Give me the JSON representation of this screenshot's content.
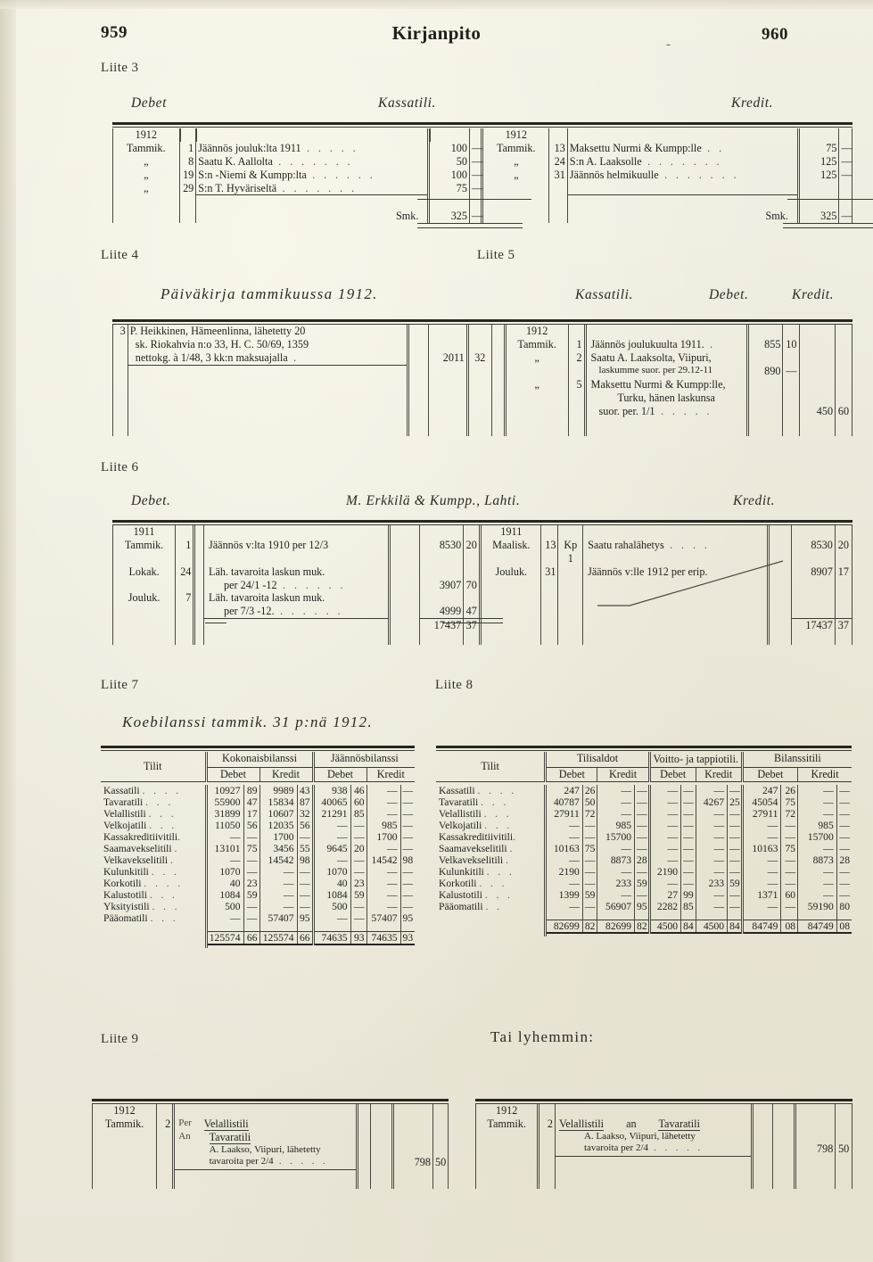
{
  "header": {
    "page_left": "959",
    "page_right": "960",
    "title": "Kirjanpito",
    "marker": "-"
  },
  "liite3": {
    "label": "Liite 3",
    "debet_caption": "Debet",
    "account_caption": "Kassatili.",
    "kredit_caption": "Kredit.",
    "left": {
      "year": "1912",
      "month": "Tammik.",
      "ditto": "„",
      "rows": [
        {
          "day": "1",
          "text": "Jäännös jouluk:lta 1911",
          "amount": "100",
          "pennies": "—"
        },
        {
          "day": "8",
          "text": "Saatu K. Aallolta",
          "amount": "50",
          "pennies": "—"
        },
        {
          "day": "19",
          "text": "S:n -Niemi & Kumpp:lta",
          "amount": "100",
          "pennies": "—"
        },
        {
          "day": "29",
          "text": "S:n T. Hyväriseltä",
          "amount": "75",
          "pennies": "—"
        }
      ],
      "total_label": "Smk.",
      "total": "325",
      "total_pennies": "—"
    },
    "right": {
      "year": "1912",
      "month": "Tammik.",
      "ditto": "„",
      "rows": [
        {
          "day": "13",
          "text": "Maksettu Nurmi & Kumpp:lle",
          "amount": "75",
          "pennies": "—"
        },
        {
          "day": "24",
          "text": "S:n A. Laaksolle",
          "amount": "125",
          "pennies": "—"
        },
        {
          "day": "31",
          "text": "Jäännös helmikuulle",
          "amount": "125",
          "pennies": "—"
        }
      ],
      "total_label": "Smk.",
      "total": "325",
      "total_pennies": "—"
    }
  },
  "liite4": {
    "label": "Liite 4",
    "caption": "Päiväkirja tammikuussa 1912.",
    "entry": {
      "day": "3",
      "line1": "P. Heikkinen, Hämeenlinna, lähetetty 20",
      "line2": "sk. Riokahvia n:o 33, H. C. 50/69, 1359",
      "line3": "nettokg. à 1/48, 3 kk:n maksuajalla",
      "amount": "2011",
      "pennies": "32"
    }
  },
  "liite5": {
    "label": "Liite 5",
    "account_caption": "Kassatili.",
    "debet_caption": "Debet.",
    "kredit_caption": "Kredit.",
    "year": "1912",
    "month": "Tammik.",
    "ditto": "„",
    "rows": [
      {
        "day": "1",
        "lines": [
          "Jäännös joulukuulta 1911."
        ],
        "debet": "855",
        "debet_p": "10",
        "kredit": "",
        "kredit_p": ""
      },
      {
        "day": "2",
        "lines": [
          "Saatu A. Laaksolta, Viipuri,",
          "laskumme suor. per 29.12-11"
        ],
        "debet": "890",
        "debet_p": "—",
        "kredit": "",
        "kredit_p": ""
      },
      {
        "day": "5",
        "lines": [
          "Maksettu Nurmi & Kumpp:lle,",
          "Turku, hänen laskunsa",
          "suor. per. 1/1"
        ],
        "debet": "",
        "debet_p": "",
        "kredit": "450",
        "kredit_p": "60"
      }
    ]
  },
  "liite6": {
    "label": "Liite 6",
    "debet_caption": "Debet.",
    "account_caption": "M. Erkkilä & Kumpp., Lahti.",
    "kredit_caption": "Kredit.",
    "left": {
      "year": "1911",
      "dates": [
        "Tammik.",
        "Lokak.",
        "",
        "Jouluk."
      ],
      "days": [
        "1",
        "24",
        "",
        "7"
      ],
      "rows": [
        {
          "lines": [
            "Jäännös v:lta 1910 per    12/3"
          ],
          "amount": "8530",
          "pennies": "20"
        },
        {
          "lines": [
            "Läh. tavaroita laskun muk.",
            "per 24/1 -12"
          ],
          "amount": "3907",
          "pennies": "70"
        },
        {
          "lines": [
            "Läh. tavaroita laskun muk.",
            "per 7/3 -12."
          ],
          "amount": "4999",
          "pennies": "47"
        }
      ],
      "total": "17437",
      "total_pennies": "37"
    },
    "right": {
      "year": "1911",
      "dates": [
        "Maalisk.",
        "Jouluk."
      ],
      "days": [
        "13",
        "31"
      ],
      "voucher": "Kp 1",
      "rows": [
        {
          "text": "Saatu rahalähetys",
          "amount": "8530",
          "pennies": "20"
        },
        {
          "text": "Jäännös v:lle 1912 per erip.",
          "amount": "8907",
          "pennies": "17"
        }
      ],
      "total": "17437",
      "total_pennies": "37"
    }
  },
  "liite7": {
    "label": "Liite 7",
    "caption": "Koebilanssi tammik. 31 p:nä 1912.",
    "table": {
      "col_account": "Tilit",
      "groups": [
        "Kokonaisbilanssi",
        "Jäännösbilanssi"
      ],
      "subcols": [
        "Debet",
        "Kredit",
        "Debet",
        "Kredit"
      ],
      "rows": [
        {
          "name": "Kassatili",
          "dots": ".  .  .  .",
          "c": [
            "10927",
            "89",
            "9989",
            "43",
            "938",
            "46",
            "—",
            "—"
          ]
        },
        {
          "name": "Tavaratili",
          "dots": ".  .  .",
          "c": [
            "55900",
            "47",
            "15834",
            "87",
            "40065",
            "60",
            "—",
            "—"
          ]
        },
        {
          "name": "Velallistili",
          "dots": ".  .  .",
          "c": [
            "31899",
            "17",
            "10607",
            "32",
            "21291",
            "85",
            "—",
            "—"
          ]
        },
        {
          "name": "Velkojatili",
          "dots": ".  .  .",
          "c": [
            "11050",
            "56",
            "12035",
            "56",
            "—",
            "—",
            "985",
            "—"
          ]
        },
        {
          "name": "Kassakreditiivitili",
          "dots": ".",
          "c": [
            "—",
            "—",
            "1700",
            "—",
            "—",
            "—",
            "1700",
            "—"
          ]
        },
        {
          "name": "Saamavekselitili",
          "dots": ".",
          "c": [
            "13101",
            "75",
            "3456",
            "55",
            "9645",
            "20",
            "—",
            "—"
          ]
        },
        {
          "name": "Velkavekselitili",
          "dots": ".",
          "c": [
            "—",
            "—",
            "14542",
            "98",
            "—",
            "—",
            "14542",
            "98"
          ]
        },
        {
          "name": "Kulunkitili",
          "dots": ".  .  .",
          "c": [
            "1070",
            "—",
            "—",
            "—",
            "1070",
            "—",
            "—",
            "—"
          ]
        },
        {
          "name": "Korkotili",
          "dots": ".  .  .  .",
          "c": [
            "40",
            "23",
            "—",
            "—",
            "40",
            "23",
            "—",
            "—"
          ]
        },
        {
          "name": "Kalustotili",
          "dots": ".  .  .",
          "c": [
            "1084",
            "59",
            "—",
            "—",
            "1084",
            "59",
            "—",
            "—"
          ]
        },
        {
          "name": "Yksityistili",
          "dots": ".  .  .",
          "c": [
            "500",
            "—",
            "—",
            "—",
            "500",
            "—",
            "—",
            "—"
          ]
        },
        {
          "name": "Pääomatili",
          "dots": ".  .  .",
          "c": [
            "—",
            "—",
            "57407",
            "95",
            "—",
            "—",
            "57407",
            "95"
          ]
        }
      ],
      "totals": [
        "125574",
        "66",
        "125574",
        "66",
        "74635",
        "93",
        "74635",
        "93"
      ]
    }
  },
  "liite8": {
    "label": "Liite 8",
    "table": {
      "col_account": "Tilit",
      "groups": [
        "Tilisaldot",
        "Voitto- ja tappiotili.",
        "Bilanssitili"
      ],
      "subcols": [
        "Debet",
        "Kredit",
        "Debet",
        "Kredit",
        "Debet",
        "Kredit"
      ],
      "rows": [
        {
          "name": "Kassatili",
          "dots": ".  .  .  .",
          "c": [
            "247",
            "26",
            "—",
            "—",
            "—",
            "—",
            "—",
            "—",
            "247",
            "26",
            "—",
            "—"
          ]
        },
        {
          "name": "Tavaratili",
          "dots": ".  .  .",
          "c": [
            "40787",
            "50",
            "—",
            "—",
            "—",
            "—",
            "4267",
            "25",
            "45054",
            "75",
            "—",
            "—"
          ]
        },
        {
          "name": "Velallistili",
          "dots": ".  .  .",
          "c": [
            "27911",
            "72",
            "—",
            "—",
            "—",
            "—",
            "—",
            "—",
            "27911",
            "72",
            "—",
            "—"
          ]
        },
        {
          "name": "Velkojatili",
          "dots": ".  .  .",
          "c": [
            "—",
            "—",
            "985",
            "—",
            "—",
            "—",
            "—",
            "—",
            "—",
            "—",
            "985",
            "—"
          ]
        },
        {
          "name": "Kassakreditiivitili",
          "dots": ".",
          "c": [
            "—",
            "—",
            "15700",
            "—",
            "—",
            "—",
            "—",
            "—",
            "—",
            "—",
            "15700",
            "—"
          ]
        },
        {
          "name": "Saamavekselitili",
          "dots": ".",
          "c": [
            "10163",
            "75",
            "—",
            "—",
            "—",
            "—",
            "—",
            "—",
            "10163",
            "75",
            "—",
            "—"
          ]
        },
        {
          "name": "Velkavekselitili",
          "dots": ".",
          "c": [
            "—",
            "—",
            "8873",
            "28",
            "—",
            "—",
            "—",
            "—",
            "—",
            "—",
            "8873",
            "28"
          ]
        },
        {
          "name": "Kulunkitili",
          "dots": ".  .  .",
          "c": [
            "2190",
            "—",
            "—",
            "—",
            "2190",
            "—",
            "—",
            "—",
            "—",
            "—",
            "—",
            "—"
          ]
        },
        {
          "name": "Korkotili",
          "dots": ".  .  .",
          "c": [
            "—",
            "—",
            "233",
            "59",
            "—",
            "—",
            "233",
            "59",
            "—",
            "—",
            "—",
            "—"
          ]
        },
        {
          "name": "Kalustotili",
          "dots": ".  .  .",
          "c": [
            "1399",
            "59",
            "—",
            "—",
            "27",
            "99",
            "—",
            "—",
            "1371",
            "60",
            "—",
            "—"
          ]
        },
        {
          "name": "Pääomatili",
          "dots": ".  .",
          "c": [
            "—",
            "—",
            "56907",
            "95",
            "2282",
            "85",
            "—",
            "—",
            "—",
            "—",
            "59190",
            "80"
          ]
        }
      ],
      "totals": [
        "82699",
        "82",
        "82699",
        "82",
        "4500",
        "84",
        "4500",
        "84",
        "84749",
        "08",
        "84749",
        "08"
      ]
    }
  },
  "liite9": {
    "label": "Liite 9",
    "alt_caption": "Tai lyhemmin:",
    "left": {
      "year": "1912",
      "month": "Tammik.",
      "day": "2",
      "per_label": "Per",
      "per_account": "Velallistili",
      "an_label": "An",
      "an_account": "Tavaratili",
      "desc1": "A. Laakso, Viipuri, lähetetty",
      "desc2": "tavaroita per 2/4",
      "amount": "798",
      "pennies": "50"
    },
    "right": {
      "year": "1912",
      "month": "Tammik.",
      "day": "2",
      "account_a": "Velallistili",
      "conj": "an",
      "account_b": "Tavaratili",
      "desc1": "A. Laakso, Viipuri, lähetetty",
      "desc2": "tavaroita per 2/4",
      "amount": "798",
      "pennies": "50"
    }
  }
}
